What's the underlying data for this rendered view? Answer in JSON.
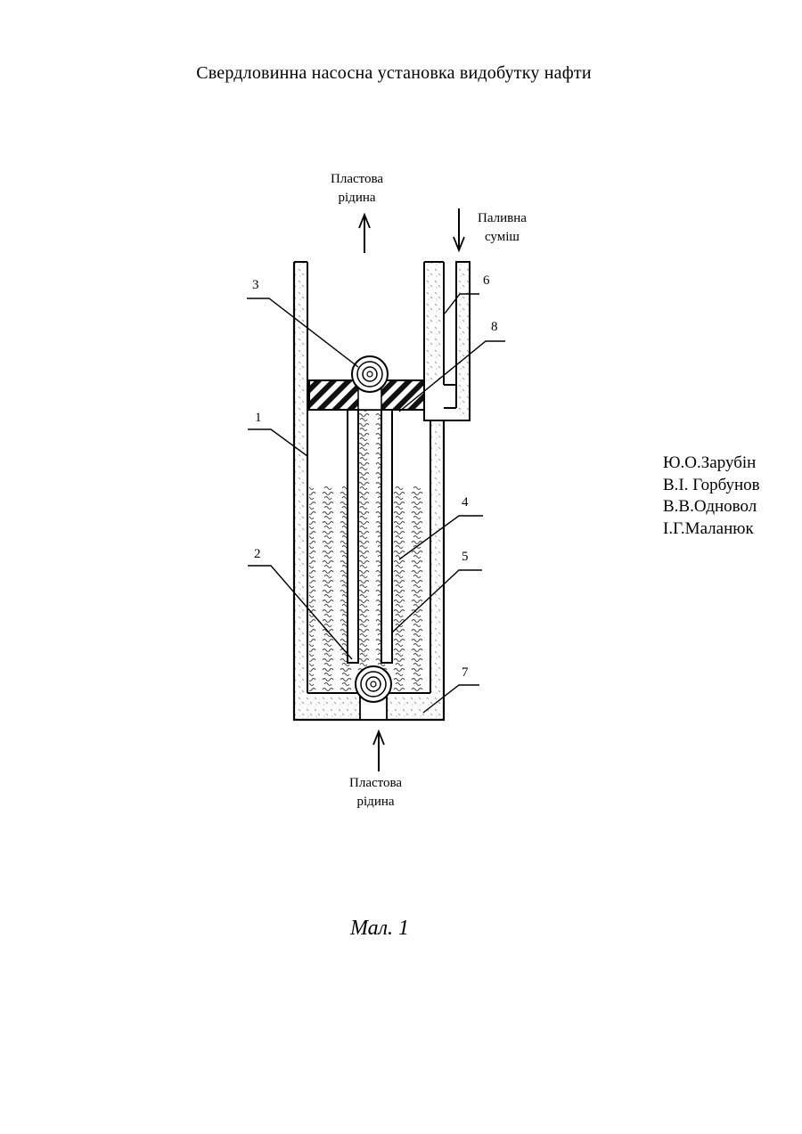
{
  "document": {
    "title": "Свердловинна насосна установка видобутку нафти",
    "authors": [
      "Ю.О.Зарубін",
      "В.І.  Горбунов",
      "В.В.Одновол",
      "І.Г.Маланюк"
    ],
    "caption": "Мал. 1"
  },
  "diagram": {
    "labels": {
      "top_outlet": [
        "Пластова",
        "рідина"
      ],
      "fuel_inlet": [
        "Паливна",
        "суміш"
      ],
      "bottom_inlet": [
        "Пластова",
        "рідина"
      ]
    },
    "callouts": [
      "1",
      "2",
      "3",
      "4",
      "5",
      "6",
      "7",
      "8"
    ]
  }
}
